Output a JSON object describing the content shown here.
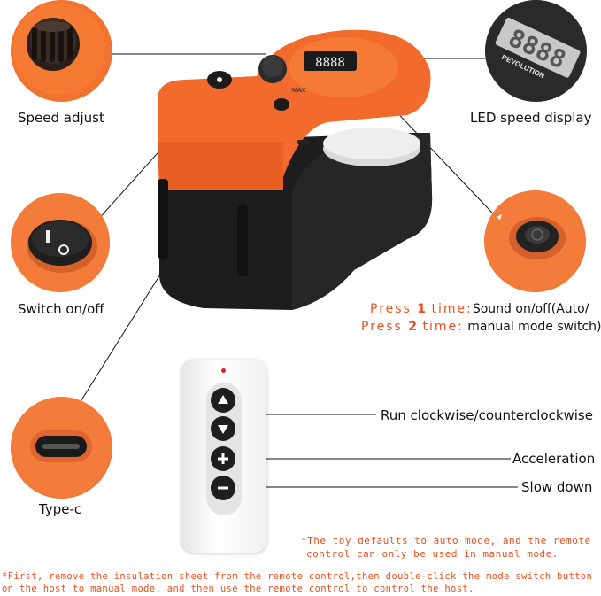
{
  "labels": {
    "speed_adjust": "Speed adjust",
    "switch_onoff": "Switch on/off",
    "type_c": "Type-c",
    "led_display": "LED speed display",
    "run_direction": "Run clockwise/counterclockwise",
    "acceleration": "Acceleration",
    "slow_down": "Slow down"
  },
  "press": {
    "line1_prefix": "Press ",
    "line1_num": "1",
    "line1_suffix": " time:",
    "line1_text": "Sound on/off(Auto/",
    "line2_prefix": "Press ",
    "line2_num": "2",
    "line2_suffix": " time:",
    "line2_text": " manual mode switch)"
  },
  "display": {
    "digits": "8888",
    "caption": "REVOLUTION"
  },
  "notes": {
    "remote_note_1": "*The toy defaults to auto mode, and the remote",
    "remote_note_2": "control can only be used in manual mode.",
    "bottom_note_1": "*First, remove the insulation sheet from the remote control,then double-click the mode switch button",
    "bottom_note_2": "on the host to manual mode, and then use the remote control to control the host."
  },
  "device": {
    "max_label": "MAX"
  },
  "colors": {
    "orange": "#f26b2d",
    "dark": "#1c1c1c",
    "note": "#e8501f"
  }
}
